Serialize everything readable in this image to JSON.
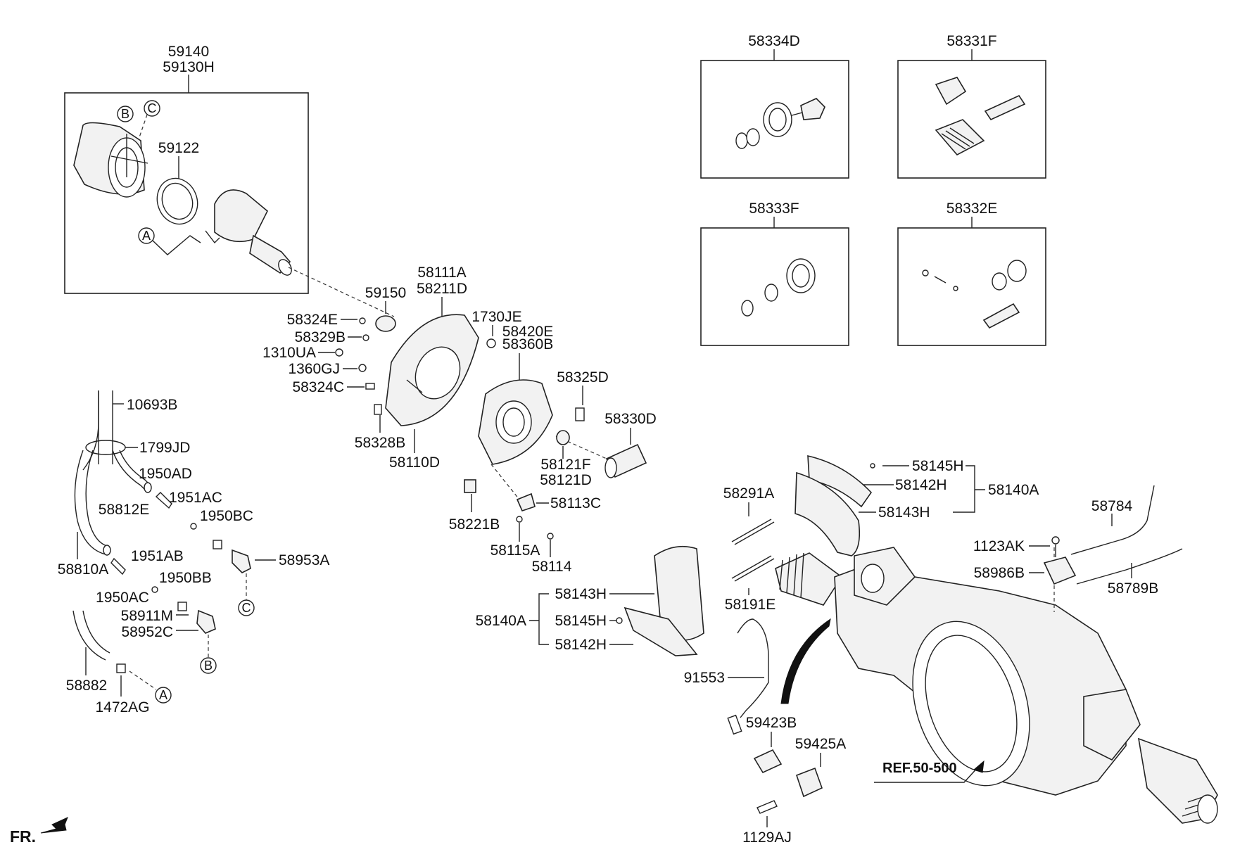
{
  "labels": {
    "l59140": "59140",
    "l59130H": "59130H",
    "l59122": "59122",
    "l58334D": "58334D",
    "l58331F": "58331F",
    "l58333F": "58333F",
    "l58332E": "58332E",
    "l58111A": "58111A",
    "l58211D": "58211D",
    "l59150": "59150",
    "l58324E": "58324E",
    "l58329B": "58329B",
    "l1310UA": "1310UA",
    "l1360GJ": "1360GJ",
    "l58324C": "58324C",
    "l58328B": "58328B",
    "l58110D": "58110D",
    "l1730JE": "1730JE",
    "l58420E": "58420E",
    "l58360B": "58360B",
    "l58325D": "58325D",
    "l58330D": "58330D",
    "l58121F": "58121F",
    "l58121D": "58121D",
    "l58113C": "58113C",
    "l58221B": "58221B",
    "l58115A": "58115A",
    "l58114": "58114",
    "l10693B": "10693B",
    "l1799JD": "1799JD",
    "l1950AD": "1950AD",
    "l58812E": "58812E",
    "l1951AC": "1951AC",
    "l1950BC": "1950BC",
    "l58953A": "58953A",
    "l58810A": "58810A",
    "l1951AB": "1951AB",
    "l1950BB": "1950BB",
    "l1950AC": "1950AC",
    "l58911M": "58911M",
    "l58952C": "58952C",
    "l58882": "58882",
    "l1472AG": "1472AG",
    "l58145H_r": "58145H",
    "l58142H_r": "58142H",
    "l58143H_r": "58143H",
    "l58140A_r": "58140A",
    "l58291A": "58291A",
    "l58191E": "58191E",
    "l58143H_l": "58143H",
    "l58140A_l": "58140A",
    "l58145H_l": "58145H",
    "l58142H_l": "58142H",
    "l91553": "91553",
    "l59423B": "59423B",
    "l59425A": "59425A",
    "l1129AJ": "1129AJ",
    "l58784": "58784",
    "l1123AK": "1123AK",
    "l58986B": "58986B",
    "l58789B": "58789B"
  },
  "callouts": {
    "A": "A",
    "B": "B",
    "C": "C"
  },
  "ref_label": "REF.50-500",
  "front_label": "FR."
}
